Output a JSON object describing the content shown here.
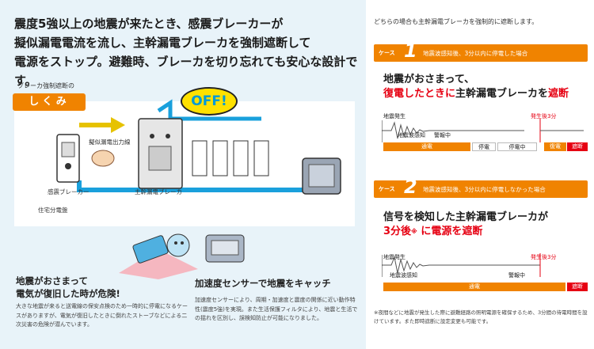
{
  "headline": {
    "line1": "震度5強以上の地震が来たとき、感震ブレーカーが",
    "line2": "擬似漏電電流を流し、主幹漏電ブレーカを強制遮断して",
    "line3": "電源をストップ。避難時、ブレーカを切り忘れても安心な設計です。"
  },
  "diagram": {
    "caption": "ブレーカ強制遮断の",
    "shikumi": "しくみ",
    "off": "OFF!",
    "pseudo_leak_line": "擬似漏電出力線",
    "quake_breaker": "感震ブレーカー",
    "main_breaker": "主幹漏電ブレーカ",
    "panel_label": "住宅分電盤"
  },
  "danger": {
    "title1": "地震がおさまって",
    "title2": "電気が復旧した時が危険!",
    "body": "大きな地震が来ると送電線の保安点検のため一時的に停電になるケースがありますが、電気が復旧したときに倒れたストーブなどによる二次災害の危険が潜んでいます。"
  },
  "sensor": {
    "title": "加速度センサーで地震をキャッチ",
    "body": "加速度センサーにより、周期・加速度と震度の関係に近い動作特性(震度5強)を実現。また生活保護フィルタにより、地震と生活での揺れを区別し、誤検知防止が可能になりました。"
  },
  "right": {
    "intro": "どちらの場合も主幹漏電ブレーカを強制的に遮断します。",
    "case_label": "ケース",
    "case1": {
      "num": "1",
      "text": "地震波感知後、3分以内に停電した場合",
      "head1": "地震がおさまって、",
      "head2a": "復電したときに",
      "head2b": "主幹漏電ブレーカを",
      "head2c": "遮断",
      "quake": "地震発生",
      "three_min": "発生後3分",
      "detect": "地震波感知",
      "alarm": "警報中",
      "bar_on": "通電",
      "bar_outage": "停電",
      "bar_outage2": "停電中",
      "bar_restore": "復電",
      "bar_cut": "遮断"
    },
    "case2": {
      "num": "2",
      "text": "地震波感知後、3分以内に停電しなかった場合",
      "head1": "信号を検知した主幹漏電ブレーカが",
      "head2a": "3分後",
      "head2mark": "※",
      "head2b": "に電源を",
      "head2c": "遮断",
      "quake": "地震発生",
      "three_min": "発生後3分",
      "detect": "地震波感知",
      "alarm": "警報中",
      "bar_on": "通電",
      "bar_cut": "遮断"
    },
    "note": "※夜間などに地震が発生した際に避難経路の照明電源を確保するため、3分間の待電時間を設けています。また即時遮断に設定変更も可能です。"
  },
  "colors": {
    "orange": "#f08300",
    "red": "#e60012",
    "blue": "#0099d9",
    "yellow": "#ffe100"
  }
}
